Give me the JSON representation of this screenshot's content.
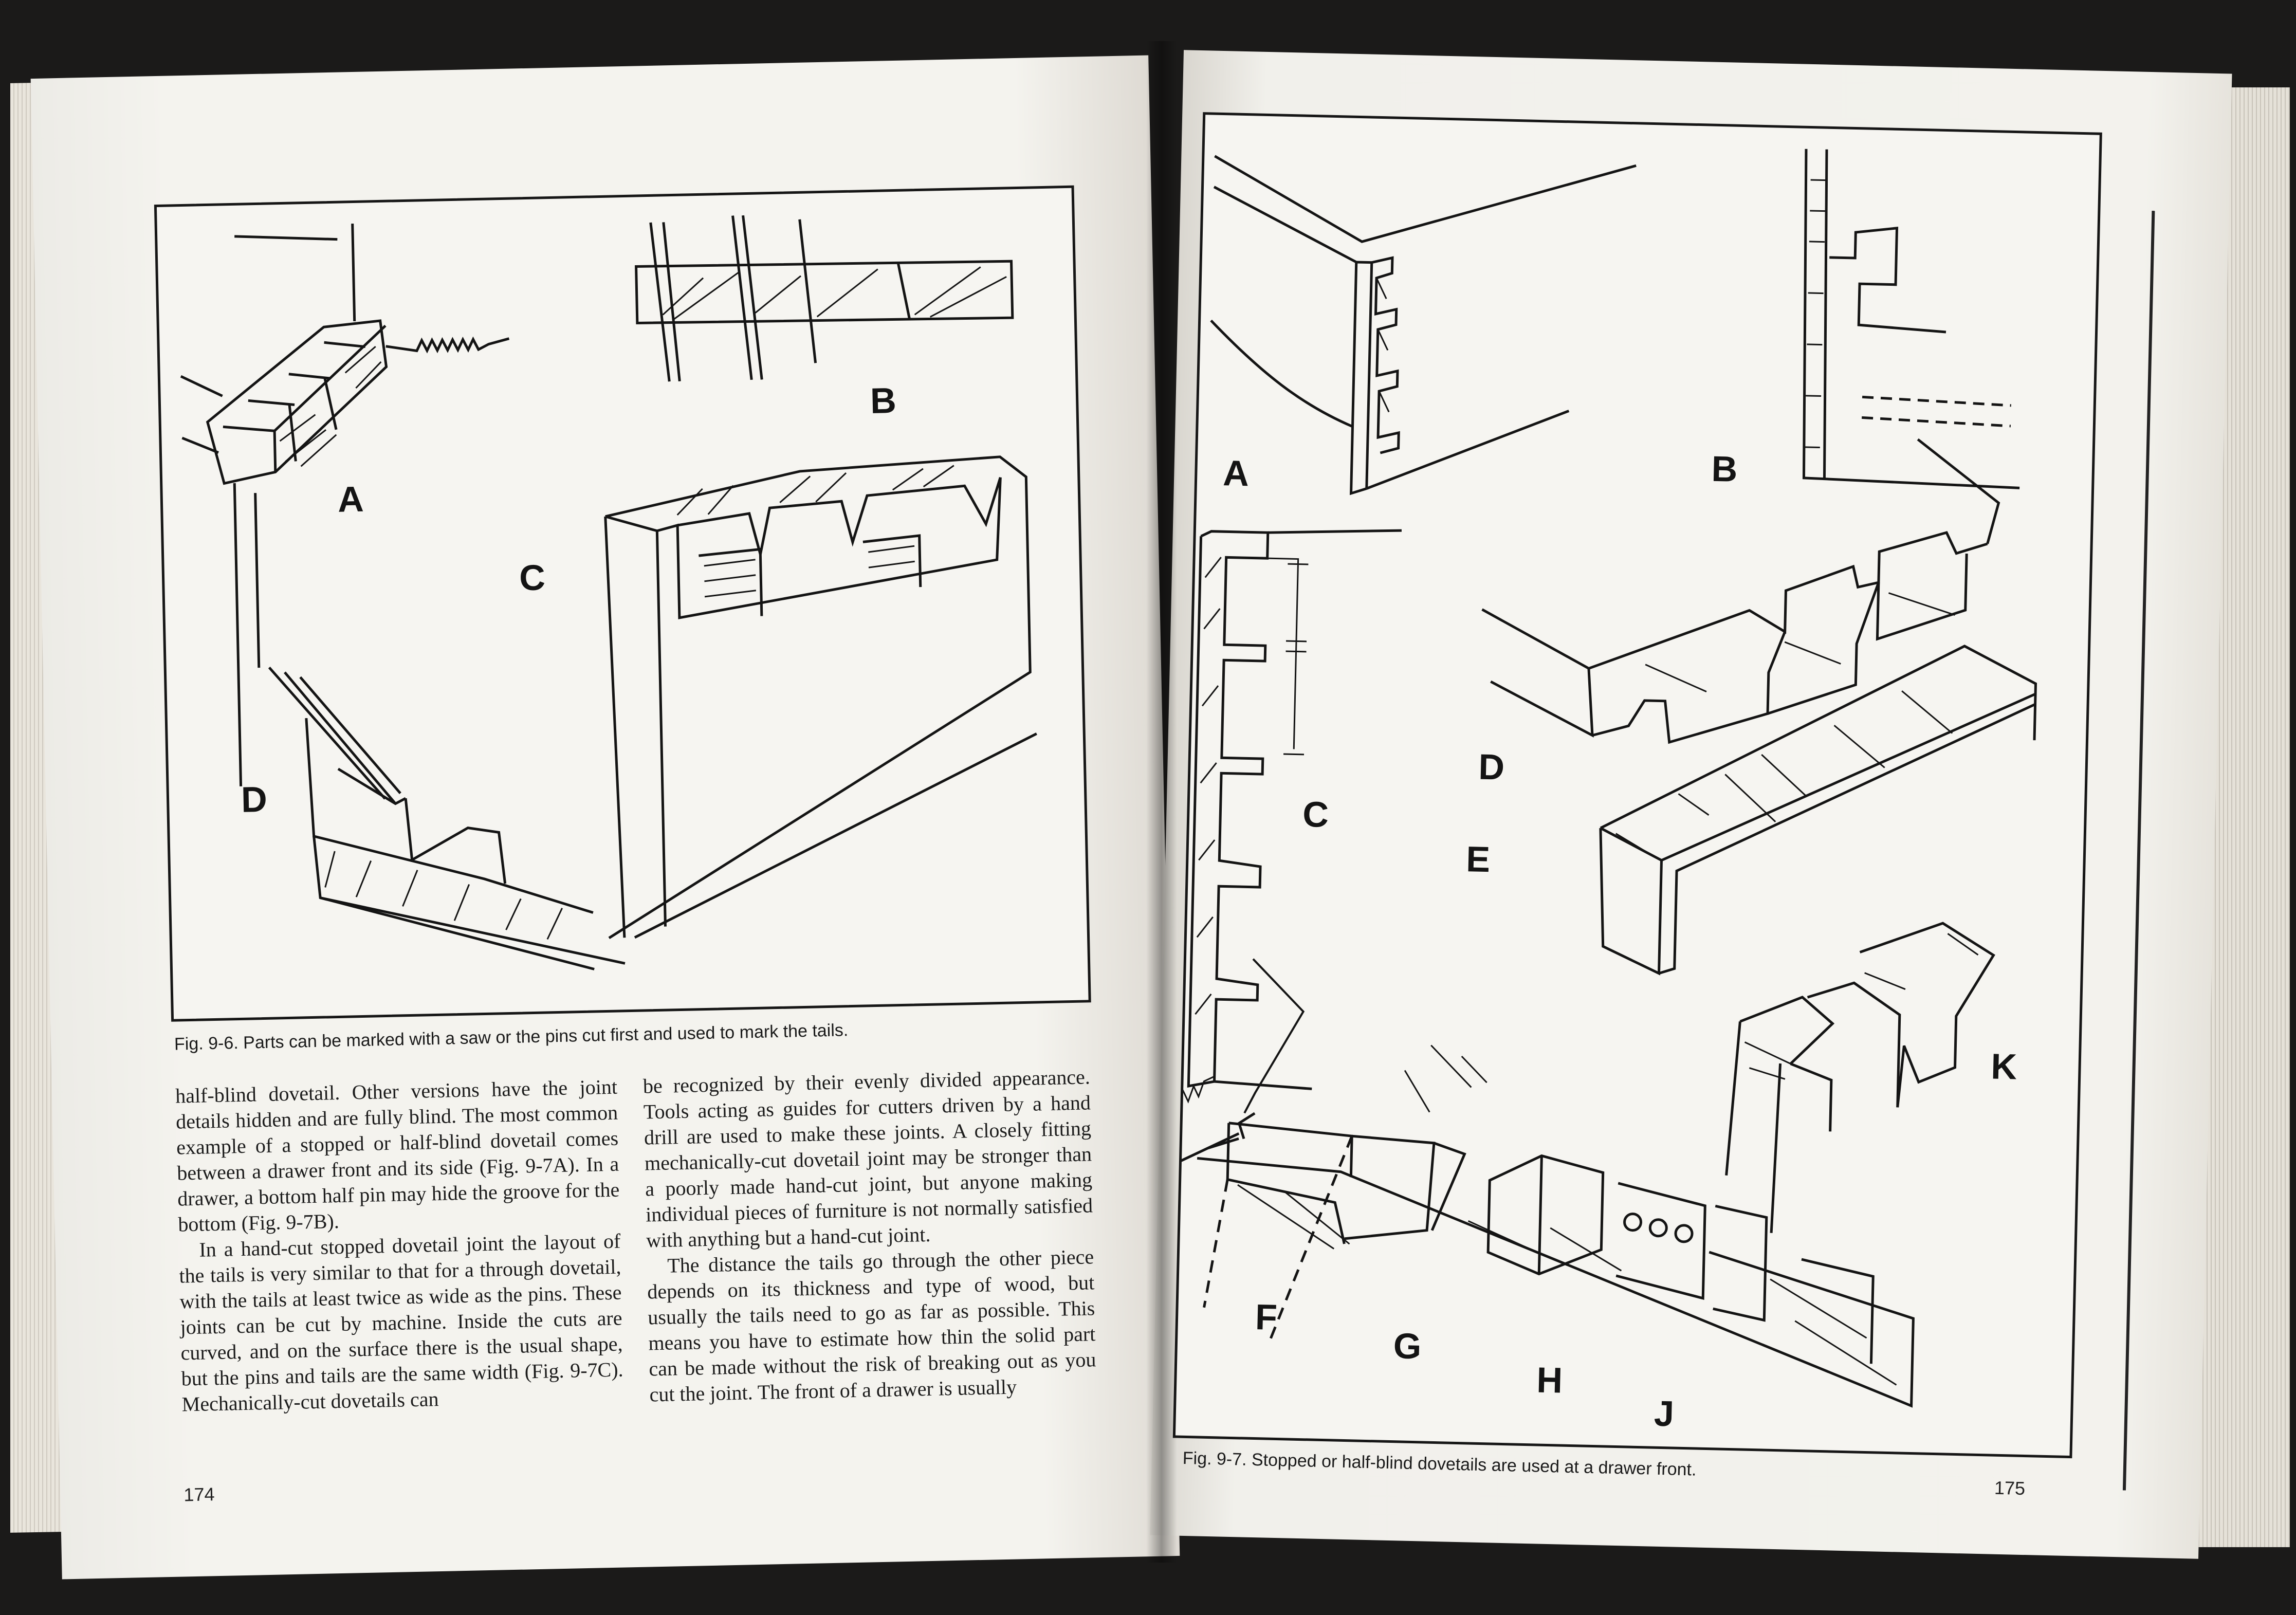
{
  "left_page": {
    "figure_labels": [
      "A",
      "B",
      "C",
      "D"
    ],
    "caption": "Fig. 9-6. Parts can be marked with a saw or the pins cut first and used to mark the tails.",
    "column1": [
      "half-blind dovetail. Other versions have the joint details hidden and are fully blind. The most common example of a stopped or half-blind dovetail comes between a drawer front and its side (Fig. 9-7A). In a drawer, a bottom half pin may hide the groove for the bottom (Fig. 9-7B).",
      "In a hand-cut stopped dovetail joint the layout of the tails is very similar to that for a through dovetail, with the tails at least twice as wide as the pins. These joints can be cut by machine. Inside the cuts are curved, and on the surface there is the usual shape, but the pins and tails are the same width (Fig. 9-7C). Mechanically-cut dovetails can"
    ],
    "column2": [
      "be recognized by their evenly divided appearance. Tools acting as guides for cutters driven by a hand drill are used to make these joints. A closely fitting mechanically-cut dovetail joint may be stronger than a poorly made hand-cut joint, but anyone making individual pieces of furniture is not normally satisfied with anything but a hand-cut joint.",
      "The distance the tails go through the other piece depends on its thickness and type of wood, but usually the tails need to go as far as possible. This means you have to estimate how thin the solid part can be made without the risk of breaking out as you cut the joint. The front of a drawer is usually"
    ],
    "page_number": "174"
  },
  "right_page": {
    "figure_labels": [
      "A",
      "B",
      "C",
      "D",
      "E",
      "K",
      "F",
      "G",
      "H",
      "J"
    ],
    "caption": "Fig. 9-7. Stopped or half-blind dovetails are used at a drawer front.",
    "page_number": "175"
  }
}
